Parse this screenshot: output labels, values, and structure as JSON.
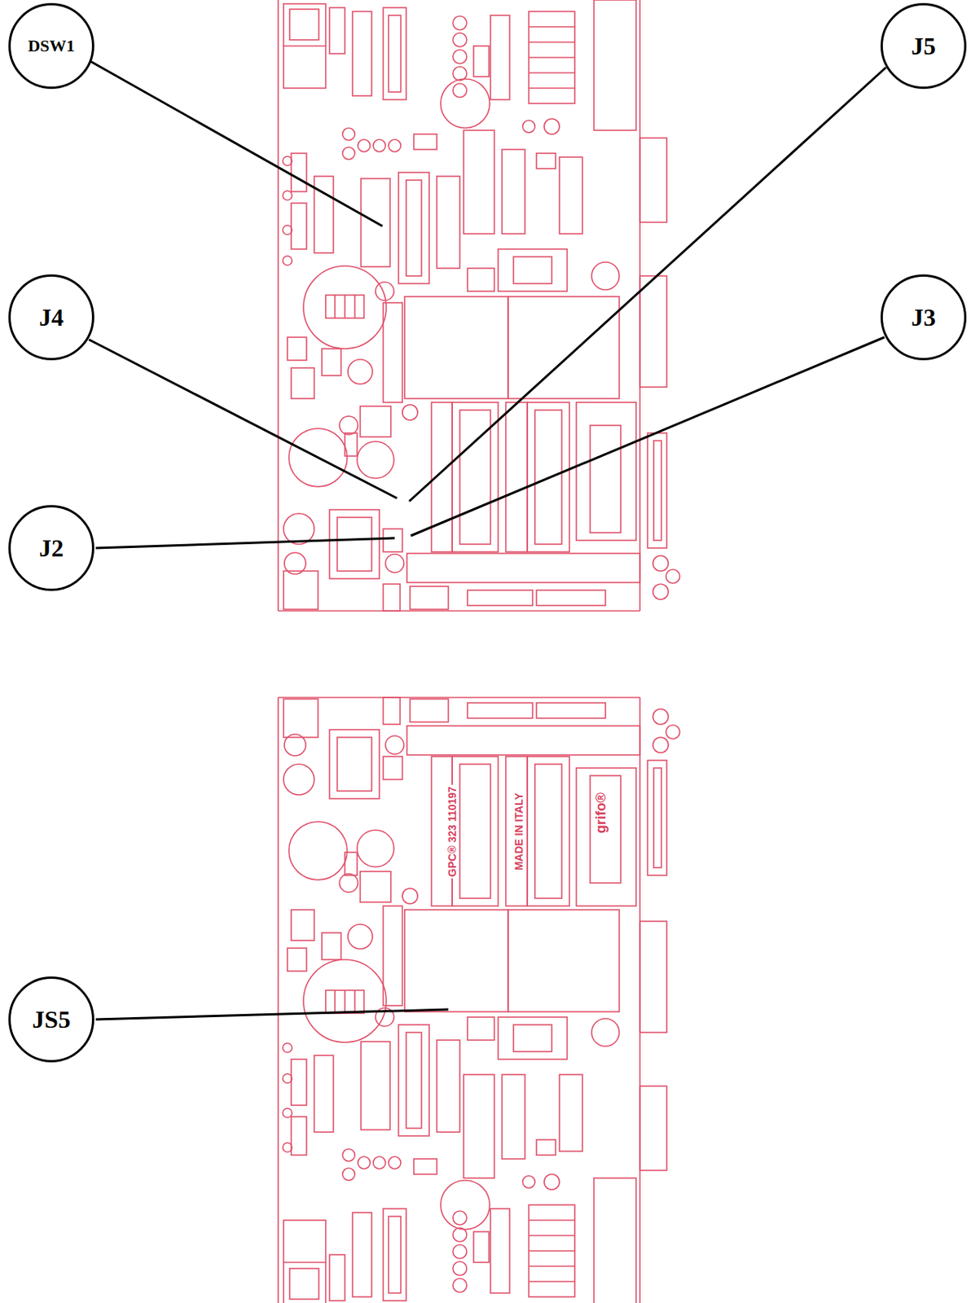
{
  "diagram": {
    "nodes": [
      {
        "text": [
          "DSW1"
        ]
      },
      {
        "text": [
          "J5"
        ]
      },
      {
        "text": [
          "J4"
        ]
      },
      {
        "text": [
          "J3"
        ]
      },
      {
        "text": [
          "J2"
        ]
      },
      {
        "text": [
          "JS5"
        ]
      }
    ],
    "labels": [
      "GPC® 323 110197",
      "MADE IN ITALY",
      "grifo®"
    ]
  }
}
